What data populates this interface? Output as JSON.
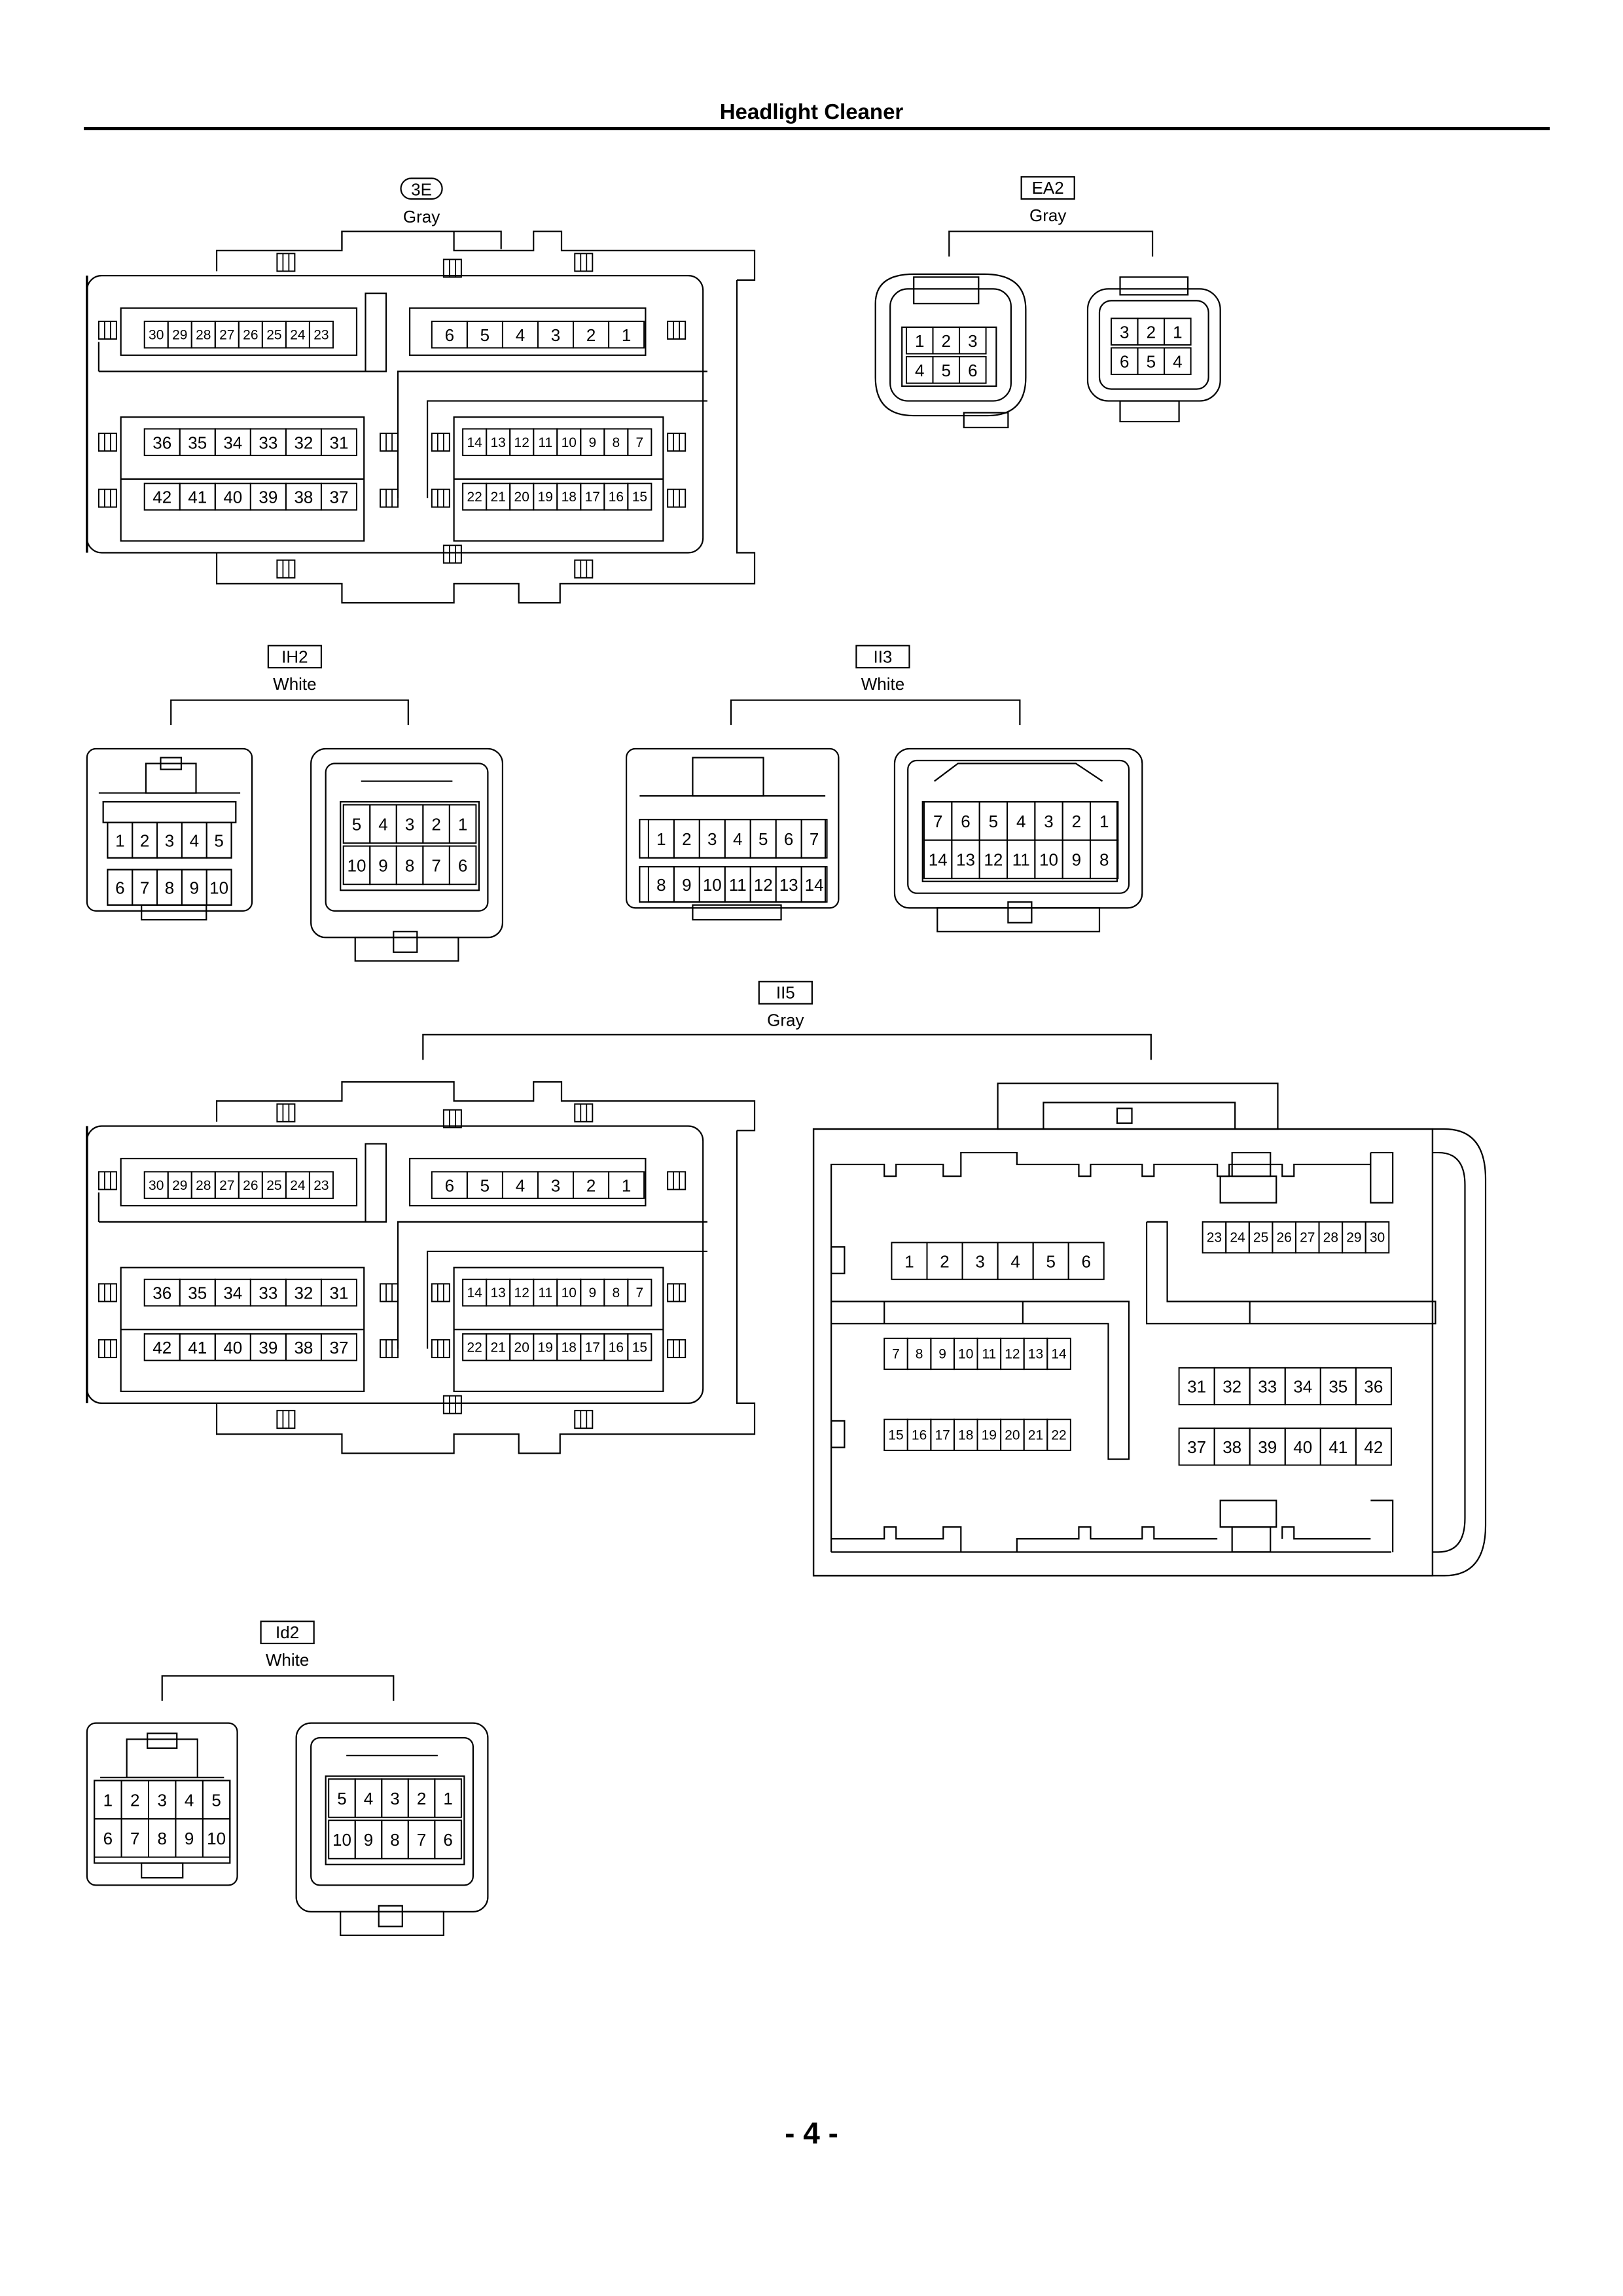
{
  "title": "Headlight Cleaner",
  "page_number": "- 4 -",
  "connectors": [
    {
      "code": "3E",
      "color": "Gray"
    },
    {
      "code": "EA2",
      "color": "Gray"
    },
    {
      "code": "IH2",
      "color": "White"
    },
    {
      "code": "II3",
      "color": "White"
    },
    {
      "code": "II5",
      "color": "Gray"
    },
    {
      "code": "Id2",
      "color": "White"
    }
  ],
  "pin_rows": {
    "big_a": [
      "30",
      "29",
      "28",
      "27",
      "26",
      "25",
      "24",
      "23"
    ],
    "big_b": [
      "6",
      "5",
      "4",
      "3",
      "2",
      "1"
    ],
    "big_c": [
      "36",
      "35",
      "34",
      "33",
      "32",
      "31"
    ],
    "big_d": [
      "14",
      "13",
      "12",
      "11",
      "10",
      "9",
      "8",
      "7"
    ],
    "big_e": [
      "42",
      "41",
      "40",
      "39",
      "38",
      "37"
    ],
    "big_f": [
      "22",
      "21",
      "20",
      "19",
      "18",
      "17",
      "16",
      "15"
    ],
    "ea2_left_top": [
      "1",
      "2",
      "3"
    ],
    "ea2_left_bottom": [
      "4",
      "5",
      "6"
    ],
    "ea2_right_top": [
      "3",
      "2",
      "1"
    ],
    "ea2_right_bottom": [
      "6",
      "5",
      "4"
    ],
    "ten_left_top": [
      "1",
      "2",
      "3",
      "4",
      "5"
    ],
    "ten_left_bottom": [
      "6",
      "7",
      "8",
      "9",
      "10"
    ],
    "ten_right_top": [
      "5",
      "4",
      "3",
      "2",
      "1"
    ],
    "ten_right_bottom": [
      "10",
      "9",
      "8",
      "7",
      "6"
    ],
    "ii3_left_top": [
      "1",
      "2",
      "3",
      "4",
      "5",
      "6",
      "7"
    ],
    "ii3_left_bottom": [
      "8",
      "9",
      "10",
      "11",
      "12",
      "13",
      "14"
    ],
    "ii3_right_top": [
      "7",
      "6",
      "5",
      "4",
      "3",
      "2",
      "1"
    ],
    "ii3_right_bottom": [
      "14",
      "13",
      "12",
      "11",
      "10",
      "9",
      "8"
    ],
    "ii5_r1": [
      "1",
      "2",
      "3",
      "4",
      "5",
      "6"
    ],
    "ii5_r2": [
      "7",
      "8",
      "9",
      "10",
      "11",
      "12",
      "13",
      "14"
    ],
    "ii5_r3": [
      "15",
      "16",
      "17",
      "18",
      "19",
      "20",
      "21",
      "22"
    ],
    "ii5_r4": [
      "23",
      "24",
      "25",
      "26",
      "27",
      "28",
      "29",
      "30"
    ],
    "ii5_r5": [
      "31",
      "32",
      "33",
      "34",
      "35",
      "36"
    ],
    "ii5_r6": [
      "37",
      "38",
      "39",
      "40",
      "41",
      "42"
    ]
  }
}
